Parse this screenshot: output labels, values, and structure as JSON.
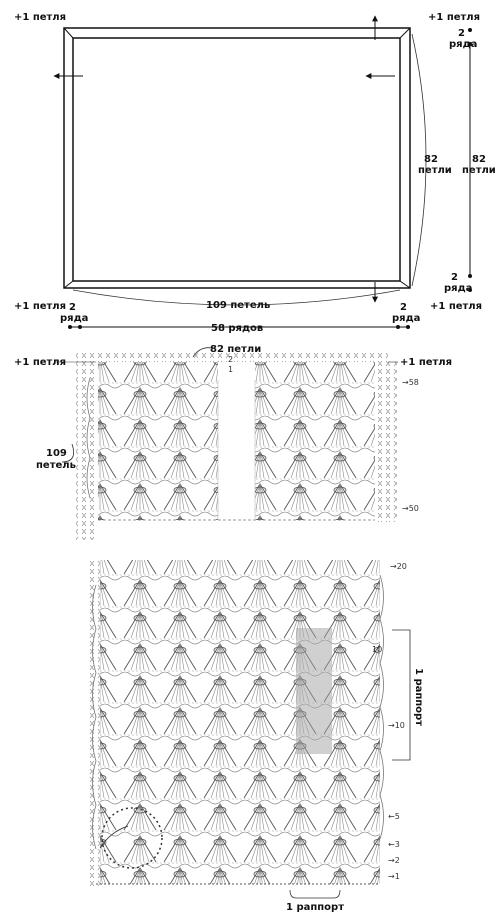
{
  "schema": {
    "top_left_plus": "+1 петля",
    "top_right_plus": "+1 петля",
    "bottom_left_plus": "+1 петля",
    "bottom_right_plus": "+1 петля",
    "right_top_rows_num": "2",
    "right_top_rows_word": "ряда",
    "right_mid_stitches_num": "82",
    "right_mid_stitches_word": "петли",
    "inner_right_stitches_num": "82",
    "inner_right_stitches_word": "петли",
    "right_bottom_rows_num": "2",
    "right_bottom_rows_word": "ряда",
    "bottom_stitches": "109 петель",
    "bottom_left_rows_num": "2",
    "bottom_left_rows_word": "ряда",
    "bottom_right_rows_num": "2",
    "bottom_right_rows_word": "ряда",
    "bottom_rows_total": "58 рядов"
  },
  "border_chart": {
    "left_plus": "+1 петля",
    "right_plus": "+1 петля",
    "top_stitches": "82 петли",
    "left_stitches_num": "109",
    "left_stitches_word": "петель",
    "row_markers": [
      {
        "label": "2"
      },
      {
        "label": "1"
      },
      {
        "label": "→58"
      },
      {
        "label": "→50"
      }
    ]
  },
  "pattern_chart": {
    "row_markers": [
      {
        "label": "→20"
      },
      {
        "label": "10"
      },
      {
        "label": "→10"
      },
      {
        "label": "←5"
      },
      {
        "label": "←3"
      },
      {
        "label": "→2"
      },
      {
        "label": "→1"
      }
    ],
    "repeat_right": "1 раппорт",
    "repeat_bottom": "1 раппорт"
  }
}
